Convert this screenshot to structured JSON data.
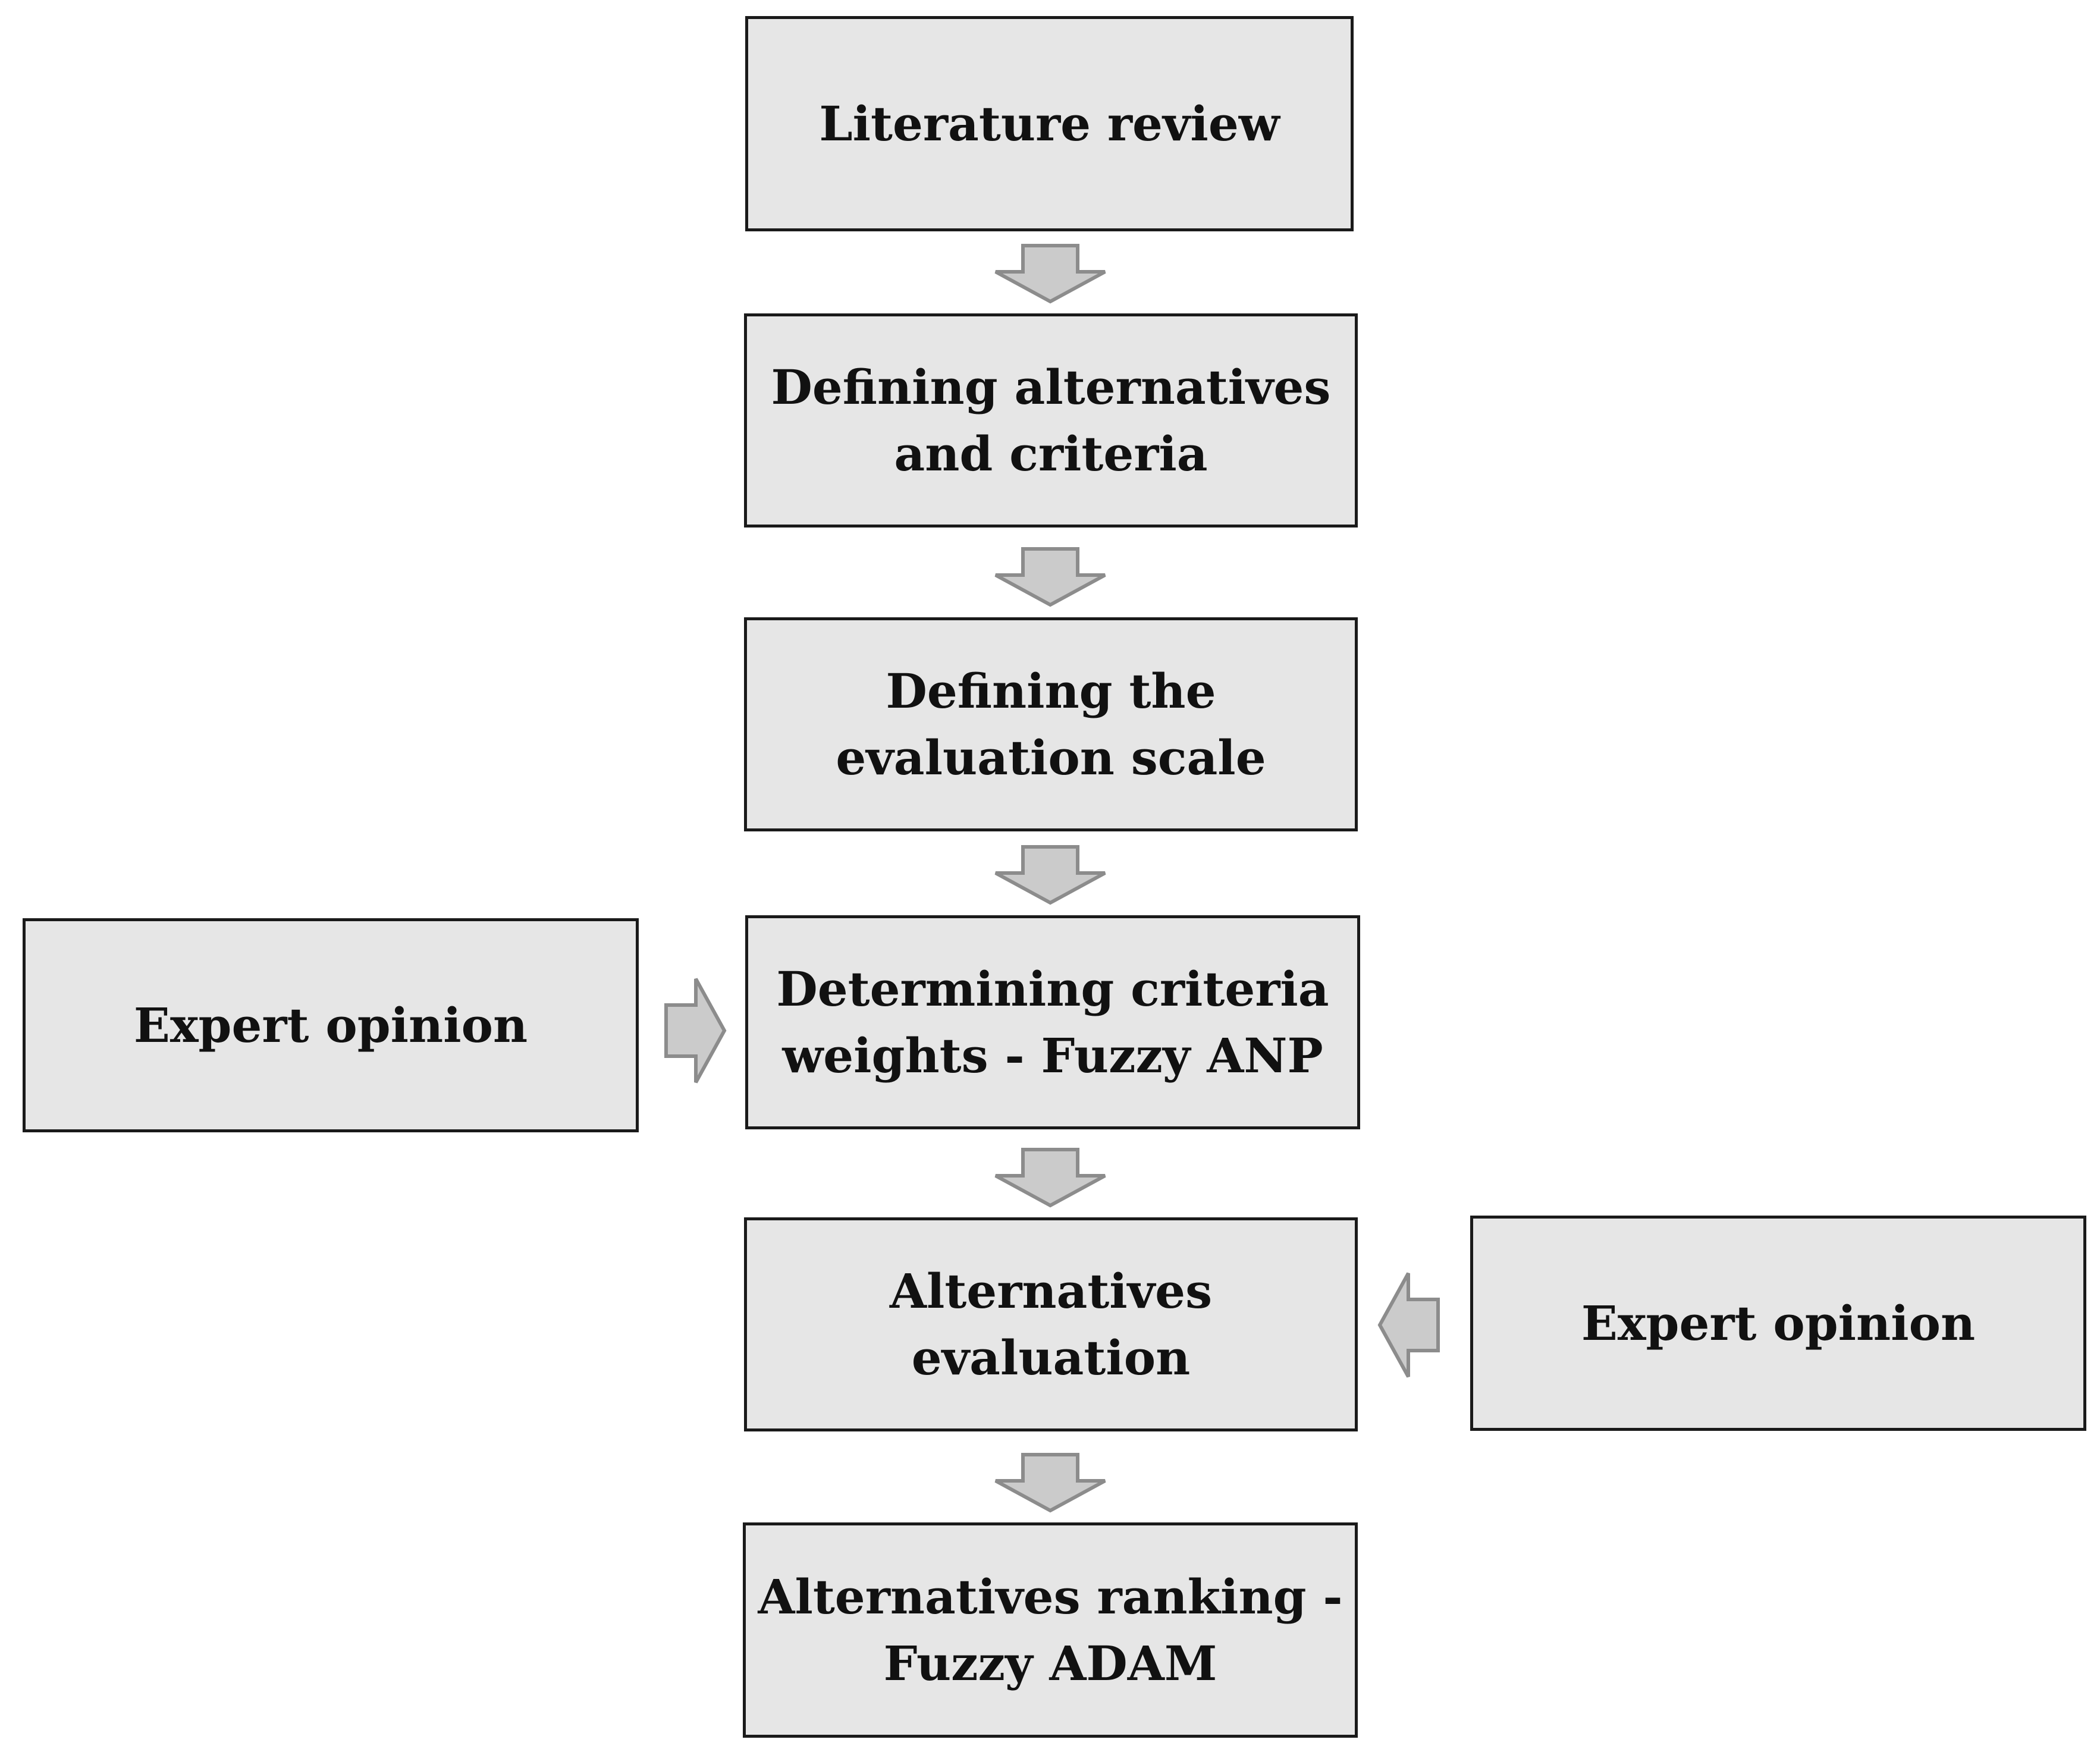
{
  "diagram": {
    "steps": [
      {
        "label": "Literature review"
      },
      {
        "label": "Defining alternatives\nand criteria"
      },
      {
        "label": "Defining the\nevaluation scale"
      },
      {
        "label": "Determining criteria\nweights - Fuzzy ANP"
      },
      {
        "label": "Alternatives evaluation"
      },
      {
        "label": "Alternatives ranking -\nFuzzy ADAM"
      }
    ],
    "inputs": [
      {
        "label": "Expert opinion",
        "feeds": "Determining criteria weights - Fuzzy ANP"
      },
      {
        "label": "Expert opinion",
        "feeds": "Alternatives evaluation"
      }
    ],
    "colors": {
      "box_fill": "#e6e6e6",
      "box_border": "#1a1a1a",
      "arrow_fill": "#cbcbcb",
      "arrow_stroke": "#8c8c8c"
    }
  }
}
